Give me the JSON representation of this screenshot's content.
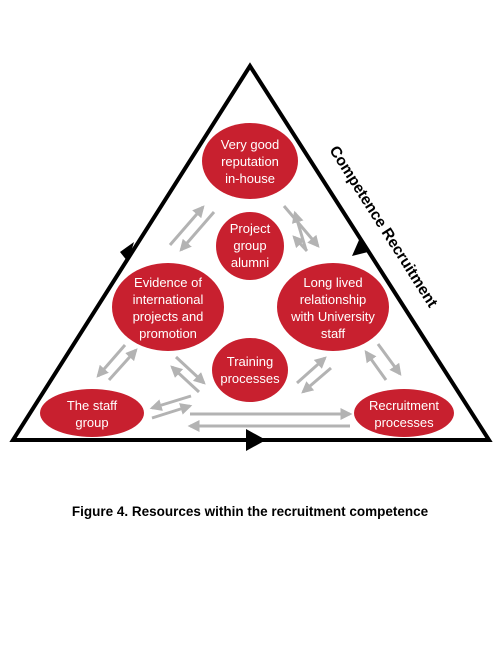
{
  "colors": {
    "node_fill": "#c8202f",
    "node_text": "#ffffff",
    "triangle_stroke": "#000000",
    "arrow_gray": "#b3b3b3"
  },
  "diagram": {
    "side_label": "Competence Recruitment",
    "nodes": [
      {
        "id": "reputation",
        "lines": [
          "Very good",
          "reputation",
          "in-house"
        ]
      },
      {
        "id": "project-group",
        "lines": [
          "Project",
          "group",
          "alumni"
        ]
      },
      {
        "id": "evidence",
        "lines": [
          "Evidence of",
          "international",
          "projects and",
          "promotion"
        ]
      },
      {
        "id": "relationship",
        "lines": [
          "Long lived",
          "relationship",
          "with University",
          "staff"
        ]
      },
      {
        "id": "training",
        "lines": [
          "Training",
          "processes"
        ]
      },
      {
        "id": "staff-group",
        "lines": [
          "The staff",
          "group"
        ]
      },
      {
        "id": "recruitment",
        "lines": [
          "Recruitment",
          "processes"
        ]
      }
    ]
  },
  "caption": "Figure 4.  Resources within the recruitment competence"
}
